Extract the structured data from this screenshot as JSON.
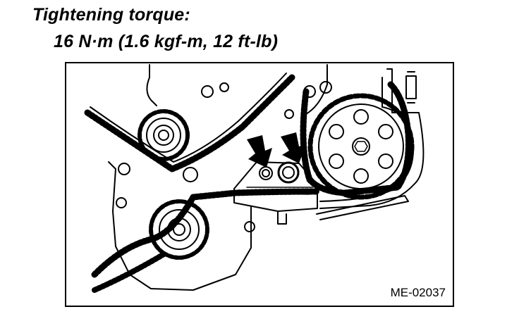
{
  "heading": {
    "line1": "Tightening torque:",
    "line2": "16 N·m (1.6 kgf-m, 12 ft-lb)"
  },
  "figure": {
    "code": "ME-02037",
    "colors": {
      "ink": "#000000",
      "paper": "#ffffff"
    },
    "arrow_count": 2,
    "bolt_count": 2
  }
}
